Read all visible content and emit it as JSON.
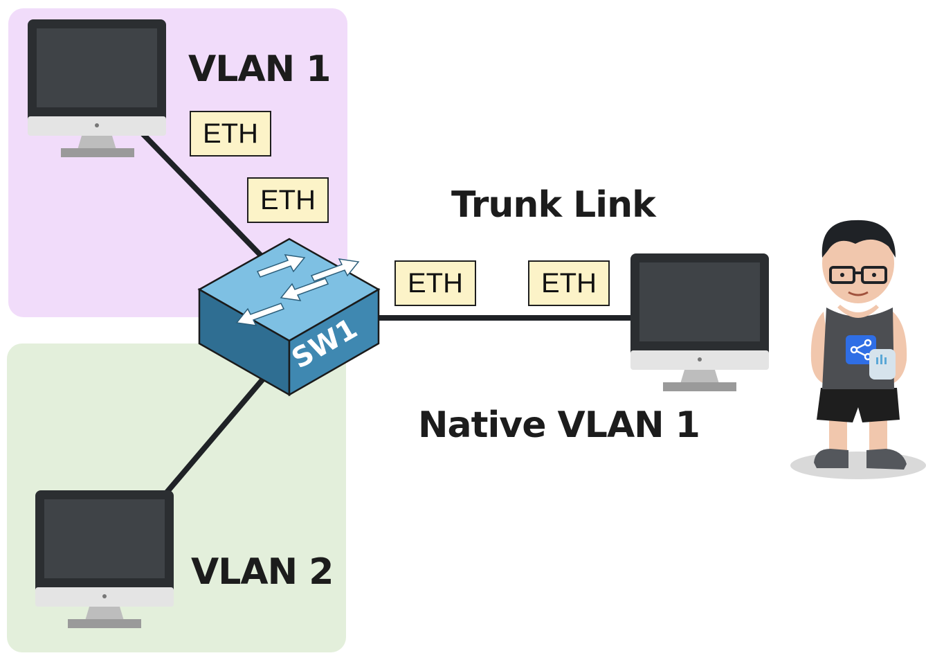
{
  "zones": {
    "vlan1": {
      "label": "VLAN 1",
      "color": "#f1dcfa"
    },
    "vlan2": {
      "label": "VLAN 2",
      "color": "#e3efdb"
    }
  },
  "link": {
    "title": "Trunk Link",
    "native": "Native VLAN 1"
  },
  "frames": [
    "ETH",
    "ETH",
    "ETH",
    "ETH"
  ],
  "switch": {
    "name": "SW1",
    "color": "#4a8fb6"
  },
  "devices": [
    "monitor-icon",
    "monitor-icon",
    "monitor-icon",
    "person-avatar"
  ]
}
